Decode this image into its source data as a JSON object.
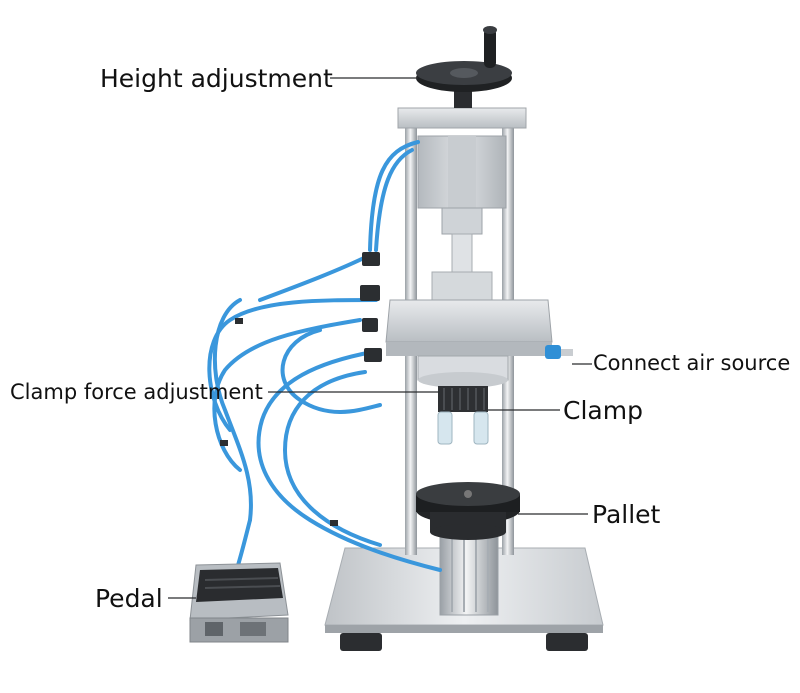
{
  "labels": {
    "height_adjustment": "Height adjustment",
    "connect_air_source": "Connect air source",
    "clamp_force_adjustment": "Clamp force adjustment",
    "clamp": "Clamp",
    "pallet": "Pallet",
    "pedal": "Pedal"
  }
}
